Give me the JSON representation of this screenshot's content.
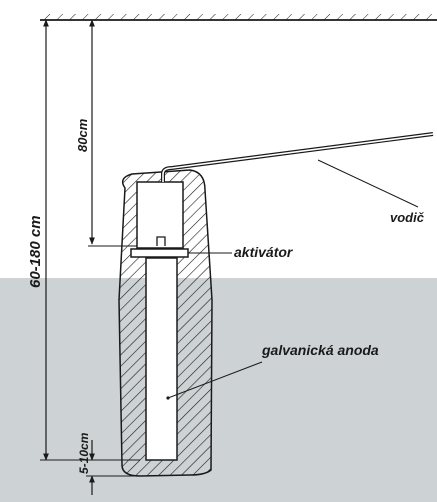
{
  "labels": {
    "depth_total": "60-180 cm",
    "depth_activator": "80cm",
    "depth_bottom": "5-10cm",
    "activator": "aktivátor",
    "anode": "galvanická anoda",
    "wire": "vodič"
  },
  "colors": {
    "ink": "#1a1a1a",
    "groundwater": "#cdd2d4",
    "paper": "#ffffff"
  }
}
